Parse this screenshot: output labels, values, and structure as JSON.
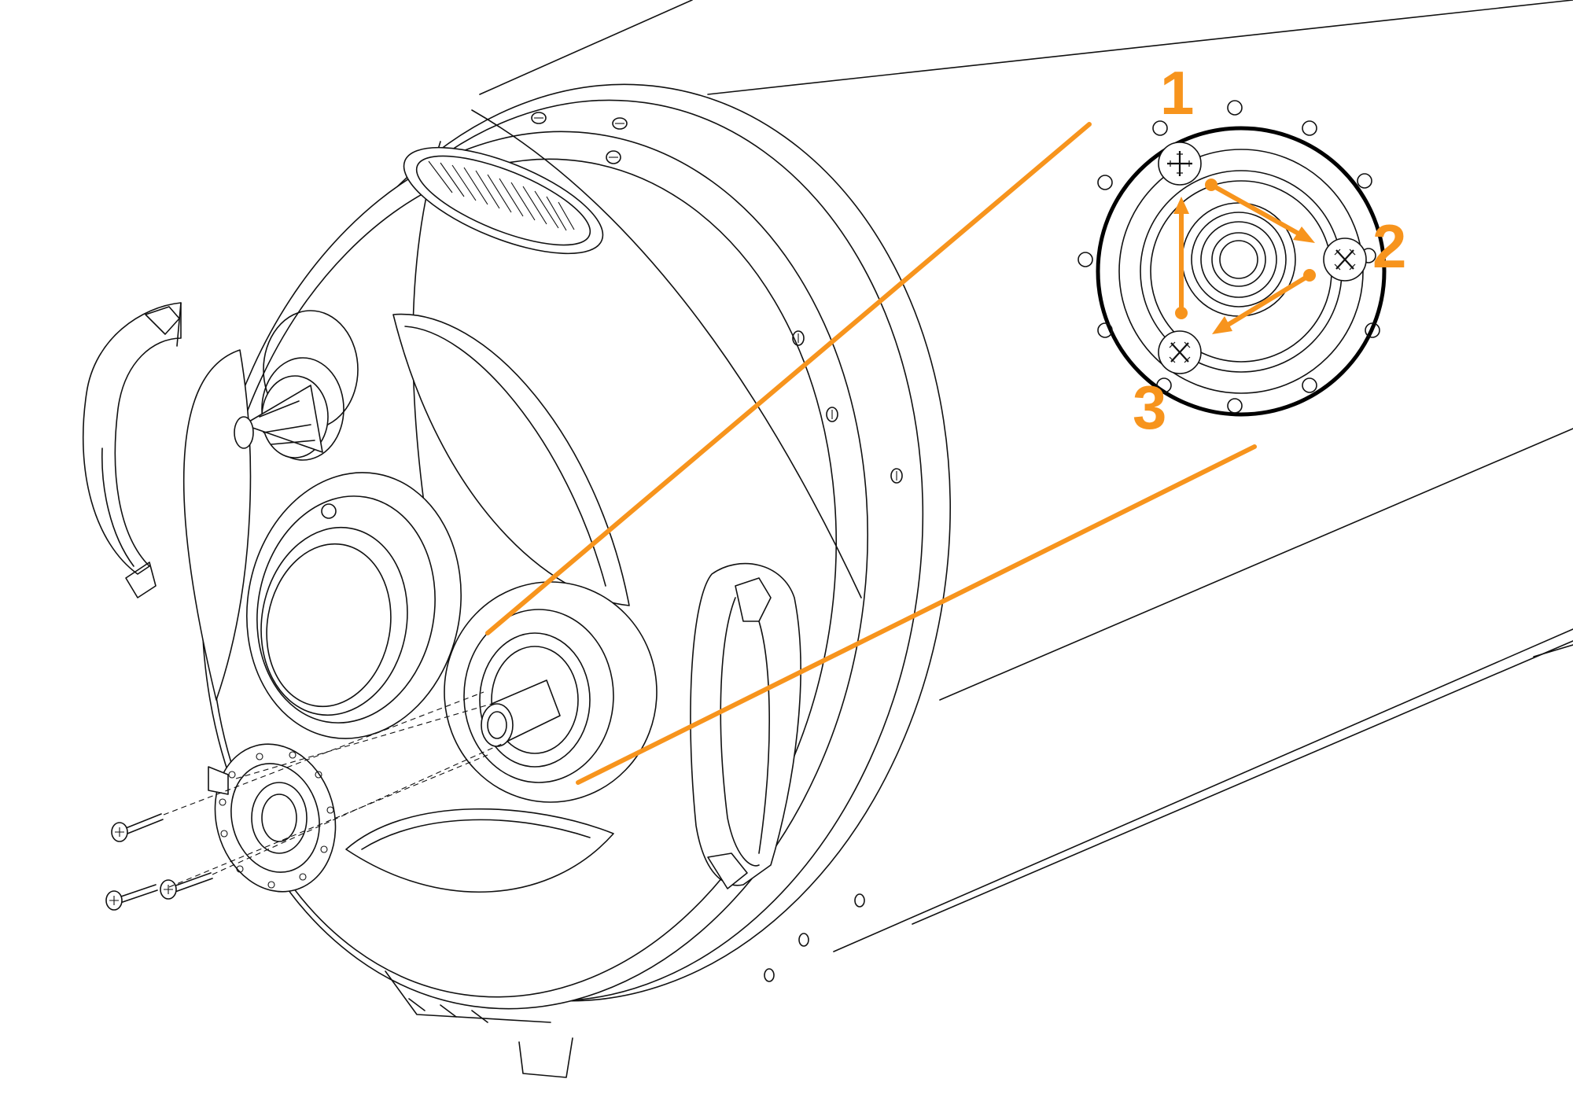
{
  "callout": {
    "steps": [
      {
        "number": "1"
      },
      {
        "number": "2"
      },
      {
        "number": "3"
      }
    ],
    "accent_color": "#f7941d"
  },
  "icons": [
    "screw-icon",
    "flange-icon",
    "vent-grille-icon",
    "handle-icon",
    "connector-icon"
  ]
}
